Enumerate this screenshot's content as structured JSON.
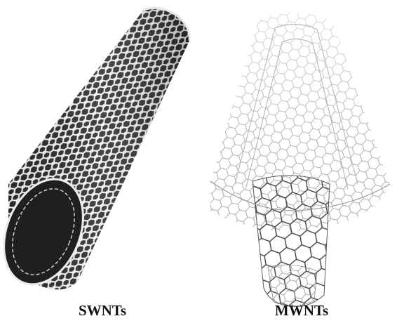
{
  "labels": {
    "left": "SWNTs",
    "right": "MWNTs"
  },
  "colors": {
    "background": "#ffffff",
    "swnt_dark": "#333333",
    "swnt_light": "#f2f2f2",
    "mwnt_line": "#9a9a9a",
    "mwnt_inner": "#4a4a4a"
  },
  "icons": {
    "left_illustration": "single-wall-nanotube-illustration",
    "right_illustration": "multi-wall-nanotube-illustration"
  }
}
